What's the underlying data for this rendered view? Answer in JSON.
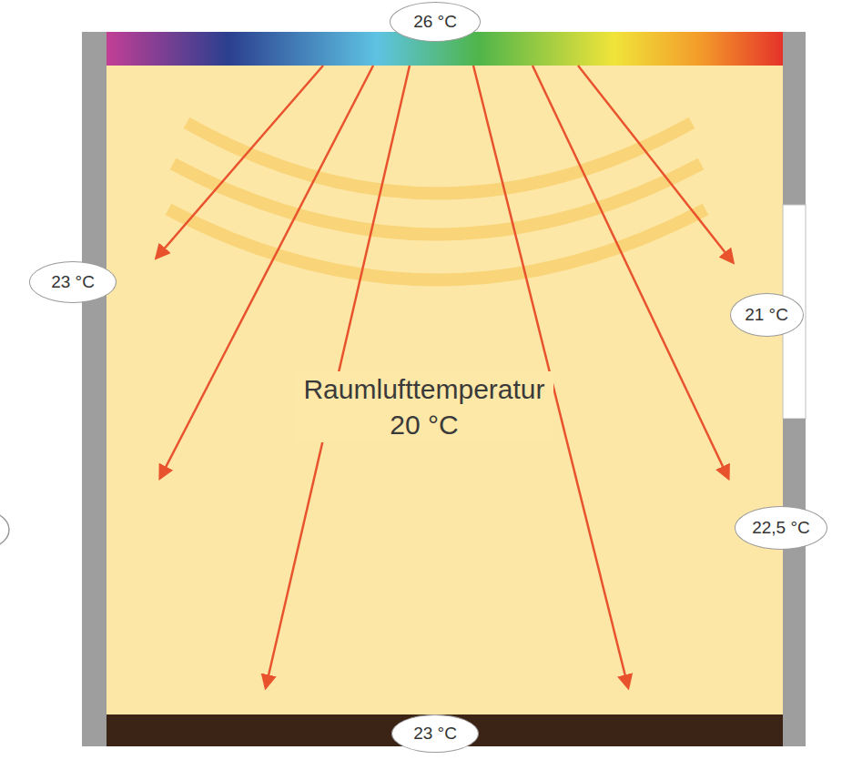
{
  "diagram": {
    "nodes": [
      {
        "text": [
          "26 °C"
        ]
      },
      {
        "text": [
          "23 °C"
        ]
      },
      {
        "text": [
          "21 °C"
        ]
      },
      {
        "text": [
          "22,5 °C"
        ]
      },
      {
        "text": [
          "23 °C"
        ]
      }
    ],
    "labels": [
      "Raumlufttemperatur 20 °C"
    ]
  }
}
